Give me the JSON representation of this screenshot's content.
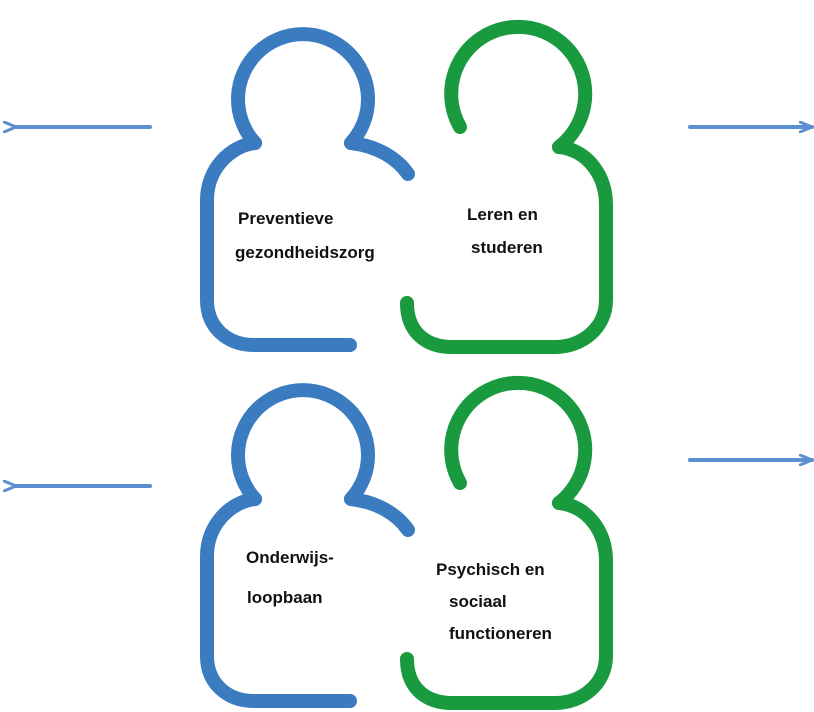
{
  "colors": {
    "blue": "#3b7bbf",
    "green": "#1a9a3f",
    "arrow": "#5b8fd0"
  },
  "icons": {
    "left_arrow": "left-arrow-icon",
    "right_arrow": "right-arrow-icon",
    "person": "person-outline-icon"
  },
  "quadrants": {
    "top_left": {
      "line1": "Preventieve",
      "line2": "gezondheidszorg"
    },
    "top_right": {
      "line1": "Leren en",
      "line2": "studeren"
    },
    "bottom_left": {
      "line1": "Onderwijs-",
      "line2": "loopbaan"
    },
    "bottom_right": {
      "line1": "Psychisch en",
      "line2": "sociaal",
      "line3": "functioneren"
    }
  }
}
